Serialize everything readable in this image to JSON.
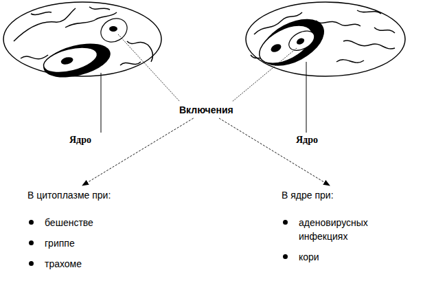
{
  "diagram": {
    "nodes": [
      {
        "text": [
          "Включения"
        ]
      },
      {
        "text": [
          "В цитоплазме при:",
          "бешенстве",
          "гриппе",
          "трахоме"
        ]
      },
      {
        "text": [
          "В ядре при:",
          "аденовирусных инфекциях",
          "кори"
        ]
      }
    ],
    "edges": [
      {
        "from": 0,
        "to": 1,
        "arrow": "to"
      },
      {
        "from": 0,
        "to": 2,
        "arrow": "to"
      }
    ],
    "labels": [
      "Ядро",
      "Ядро"
    ]
  }
}
